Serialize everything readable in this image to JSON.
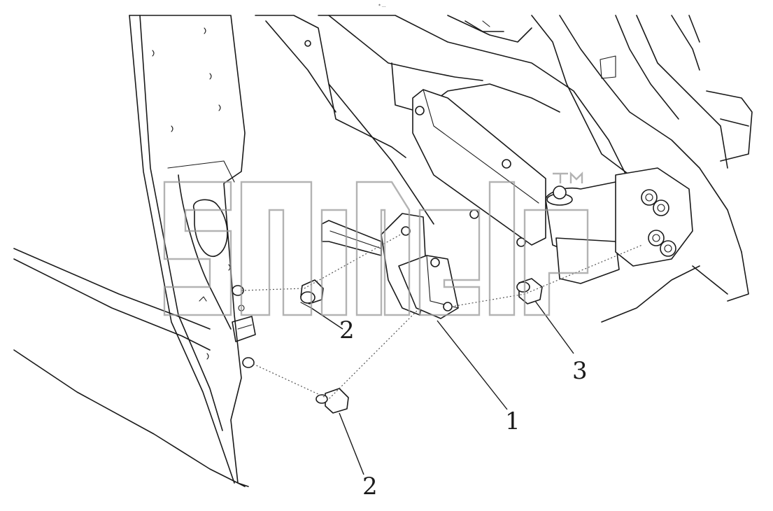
{
  "figure": {
    "type": "exploded assembly drawing",
    "callouts": [
      {
        "id": "callout-1",
        "label": "1"
      },
      {
        "id": "callout-2-upper",
        "label": "2"
      },
      {
        "id": "callout-2-lower",
        "label": "2"
      },
      {
        "id": "callout-3",
        "label": "3"
      }
    ],
    "top_mark": "* ..."
  },
  "colors": {
    "line": "#1a1a1a",
    "watermark": "#9a9a9a",
    "background": "#ffffff"
  }
}
